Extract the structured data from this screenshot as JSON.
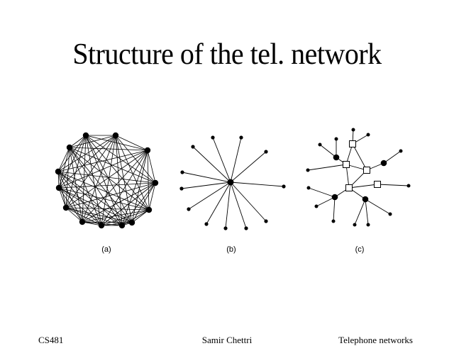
{
  "slide": {
    "title": "Structure of the tel. network"
  },
  "panels": [
    {
      "id": "a",
      "label": "(a)"
    },
    {
      "id": "b",
      "label": "(b)"
    },
    {
      "id": "c",
      "label": "(c)"
    }
  ],
  "footer": {
    "course": "CS481",
    "author": "Samir Chettri",
    "topic": "Telephone networks"
  }
}
